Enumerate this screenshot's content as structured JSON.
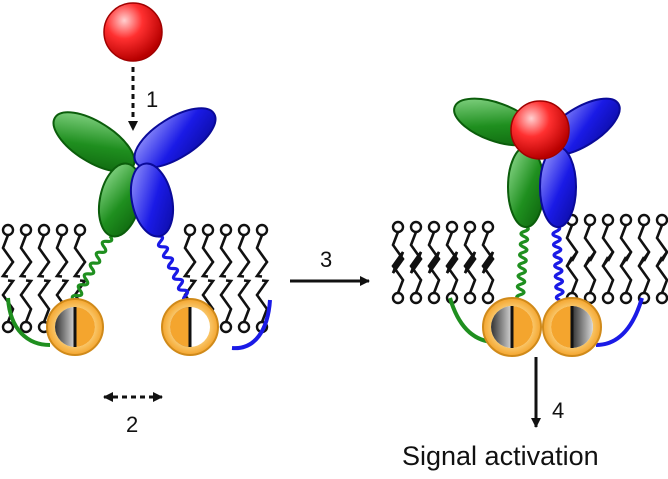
{
  "labels": {
    "step1": "1",
    "step2": "2",
    "step3": "3",
    "step4": "4",
    "signal": "Signal activation"
  },
  "colors": {
    "ligand": "#e01a1a",
    "receptor_a": "#1f8f1f",
    "receptor_b": "#1a1ae6",
    "kinase_ring": "#f4a52e",
    "membrane": "#111111"
  },
  "icons": {
    "ligand": "red-sphere",
    "kinase": "half-shaded-circle"
  }
}
